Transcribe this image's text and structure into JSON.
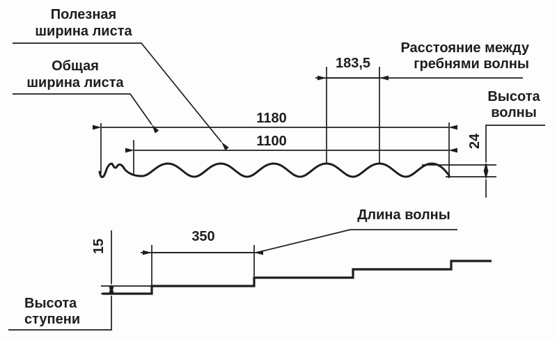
{
  "labels": {
    "useful_width": {
      "line1": "Полезная",
      "line2": "ширина листа"
    },
    "total_width": {
      "line1": "Общая",
      "line2": "ширина листа"
    },
    "crest_distance": {
      "line1": "Расстояние между",
      "line2": "гребнями волны"
    },
    "wave_height": {
      "line1": "Высота",
      "line2": "волны"
    },
    "wave_length": "Длина волны",
    "step_height": {
      "line1": "Высота",
      "line2": "ступени"
    }
  },
  "dimensions": {
    "total_width_mm": "1180",
    "useful_width_mm": "1100",
    "crest_distance_mm": "183,5",
    "wave_height_mm": "24",
    "wave_length_mm": "350",
    "step_height_mm": "15"
  },
  "colors": {
    "line": "#1d1d1b",
    "background": "#fdfdfd"
  }
}
